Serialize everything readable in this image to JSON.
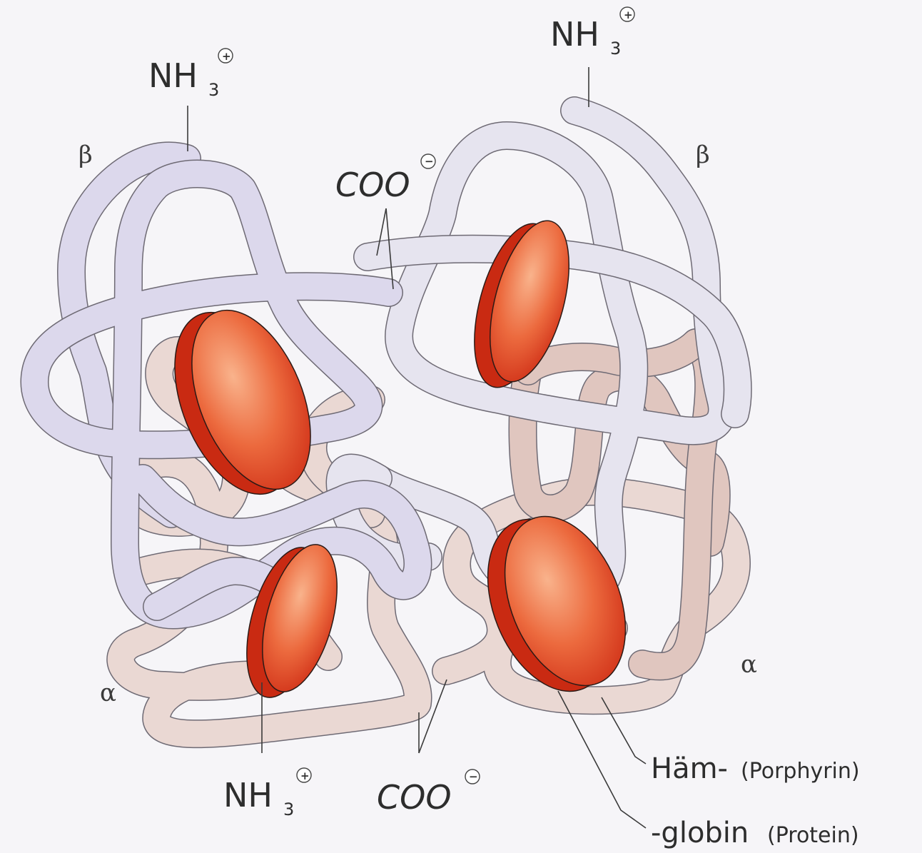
{
  "labels": {
    "nh3_top_left": "NH",
    "nh3_top_right": "NH",
    "nh3_bottom": "NH",
    "subscript": "3",
    "plus_charge": "+",
    "minus_charge": "−",
    "coo_top": "COO",
    "coo_bottom": "COO",
    "beta_left": "β",
    "beta_right": "β",
    "alpha_left": "α",
    "alpha_right": "α",
    "heme_main": "Häm-",
    "heme_sub": "(Porphyrin)",
    "globin_main": "-globin",
    "globin_sub": "(Protein)"
  },
  "colors": {
    "beta_chain": "#dcd8ec",
    "alpha_chain": "#ead8d3",
    "heme_center": "#f7a57c",
    "heme_edge": "#c92a12",
    "background": "#f6f5f8"
  },
  "icons": {
    "plus_charge": "circled-plus-icon",
    "minus_charge": "circled-minus-icon"
  }
}
